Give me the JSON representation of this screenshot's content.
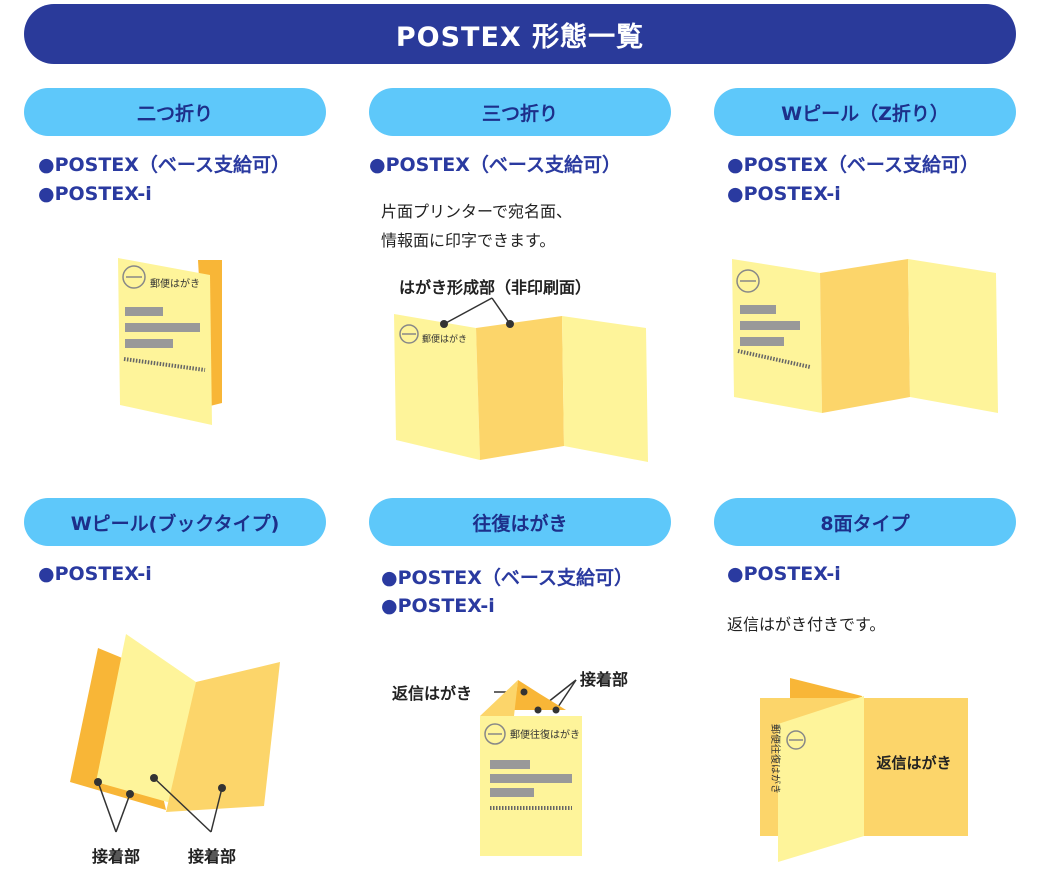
{
  "title": "POSTEX 形態一覧",
  "cards": [
    {
      "label": "二つ折り",
      "bullets": [
        "●POSTEX（ベース支給可）",
        "●POSTEX-i"
      ],
      "stamp_text": "郵便はがき"
    },
    {
      "label": "三つ折り",
      "bullets": [
        "●POSTEX（ベース支給可）"
      ],
      "note": "片面プリンターで宛名面、\n情報面に印字できます。",
      "callout": "はがき形成部（非印刷面）",
      "stamp_text": "郵便はがき"
    },
    {
      "label": "Wピール（Z折り）",
      "bullets": [
        "●POSTEX（ベース支給可）",
        "●POSTEX-i"
      ]
    },
    {
      "label": "Wピール(ブックタイプ)",
      "bullets": [
        "●POSTEX-i"
      ],
      "callouts": [
        "接着部",
        "接着部"
      ]
    },
    {
      "label": "往復はがき",
      "bullets": [
        "●POSTEX（ベース支給可）",
        "●POSTEX-i"
      ],
      "callout_left": "返信はがき",
      "callout_right": "接着部",
      "stamp_text": "郵便往復はがき"
    },
    {
      "label": "8面タイプ",
      "bullets": [
        "●POSTEX-i"
      ],
      "note": "返信はがき付きです。",
      "side_text": "郵便往復はがき",
      "panel_text": "返信はがき"
    }
  ],
  "colors": {
    "title_bg": "#2a3a9a",
    "pill_bg": "#5ec8fa",
    "pill_text": "#1d2f8a",
    "bullet_text": "#2a3aa0",
    "paper_light": "#fef49a",
    "paper_mid": "#fcd56a",
    "paper_orange": "#f8b637",
    "bar_gray": "#999999"
  }
}
